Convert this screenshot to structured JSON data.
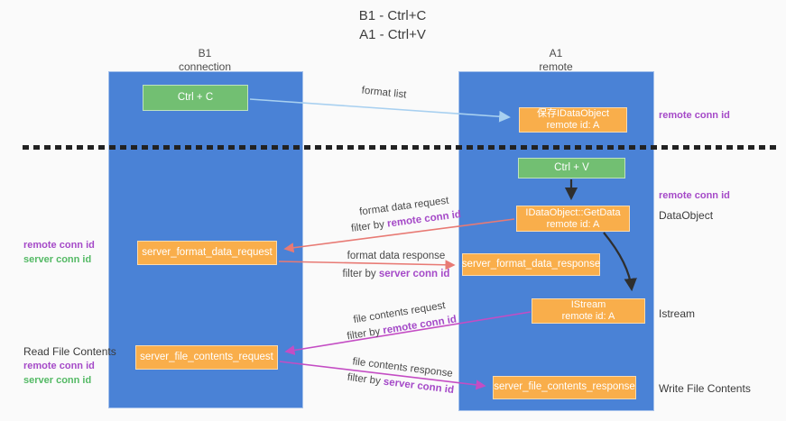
{
  "title": {
    "line1": "B1 - Ctrl+C",
    "line2": "A1 - Ctrl+V"
  },
  "columns": {
    "left": {
      "header_line1": "B1",
      "header_line2": "connection"
    },
    "right": {
      "header_line1": "A1",
      "header_line2": "remote"
    }
  },
  "boxes": {
    "ctrl_c": {
      "label": "Ctrl + C"
    },
    "ctrl_v": {
      "label": "Ctrl + V"
    },
    "save_dataobject": {
      "line1": "保存IDataObject",
      "line2": "remote id: A"
    },
    "getdata": {
      "line1": "IDataObject::GetData",
      "line2": "remote id: A"
    },
    "istream": {
      "line1": "IStream",
      "line2": "remote id: A"
    },
    "format_request": {
      "label": "server_format_data_request"
    },
    "format_response": {
      "label": "server_format_data_response"
    },
    "file_request": {
      "label": "server_file_contents_request"
    },
    "file_response": {
      "label": "server_file_contents_response"
    }
  },
  "labels": {
    "format_list": "format list",
    "format_data_request": "format data request",
    "format_data_response": "format data response",
    "file_contents_request": "file contents request",
    "file_contents_response": "file contents response",
    "filter_by": "filter by",
    "remote_conn_id": "remote conn id",
    "server_conn_id": "server conn id",
    "read_file_contents": "Read File Contents",
    "write_file_contents": "Write File Contents",
    "dataobject": "DataObject",
    "istream": "Istream"
  },
  "colors": {
    "lane_blue": "#4a82d6",
    "box_orange": "#f9ae4b",
    "box_green": "#72bf72",
    "arrow_light_blue": "#a8d0f0",
    "arrow_black": "#2e2e2e",
    "arrow_salmon": "#e87a74",
    "arrow_magenta": "#c44dc4",
    "text_purple": "#a54ac8",
    "text_green": "#53b964"
  }
}
